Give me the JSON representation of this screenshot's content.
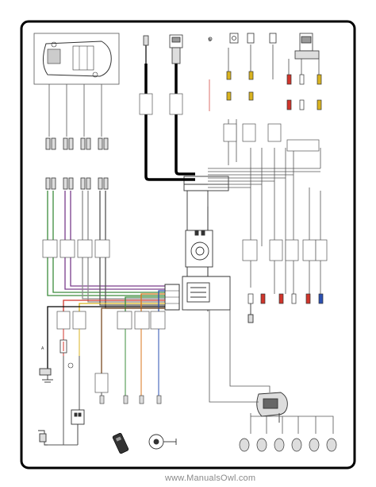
{
  "diagram": {
    "type": "car-stereo-wiring-diagram",
    "labels": {
      "marker_left": "A",
      "marker_top": "B"
    },
    "colors": {
      "frame": "#000000",
      "line": "#555555",
      "red": "#d0352b",
      "yellow": "#d9b320",
      "green": "#3c8c3c",
      "gray": "#8c8c8c",
      "purple": "#7a3d8c",
      "blue": "#2b4fb0",
      "orange": "#d8761e",
      "brown": "#7a4a22"
    },
    "icons": [
      "car-top-view-icon",
      "ground-icon",
      "fuse-icon",
      "relay-icon",
      "antenna-connector-icon",
      "remote-control-icon",
      "steering-wheel-icon",
      "amplifier-icon",
      "speaker-icon",
      "head-unit-icon"
    ]
  },
  "footer": {
    "watermark": "www.ManualsOwl.com"
  }
}
